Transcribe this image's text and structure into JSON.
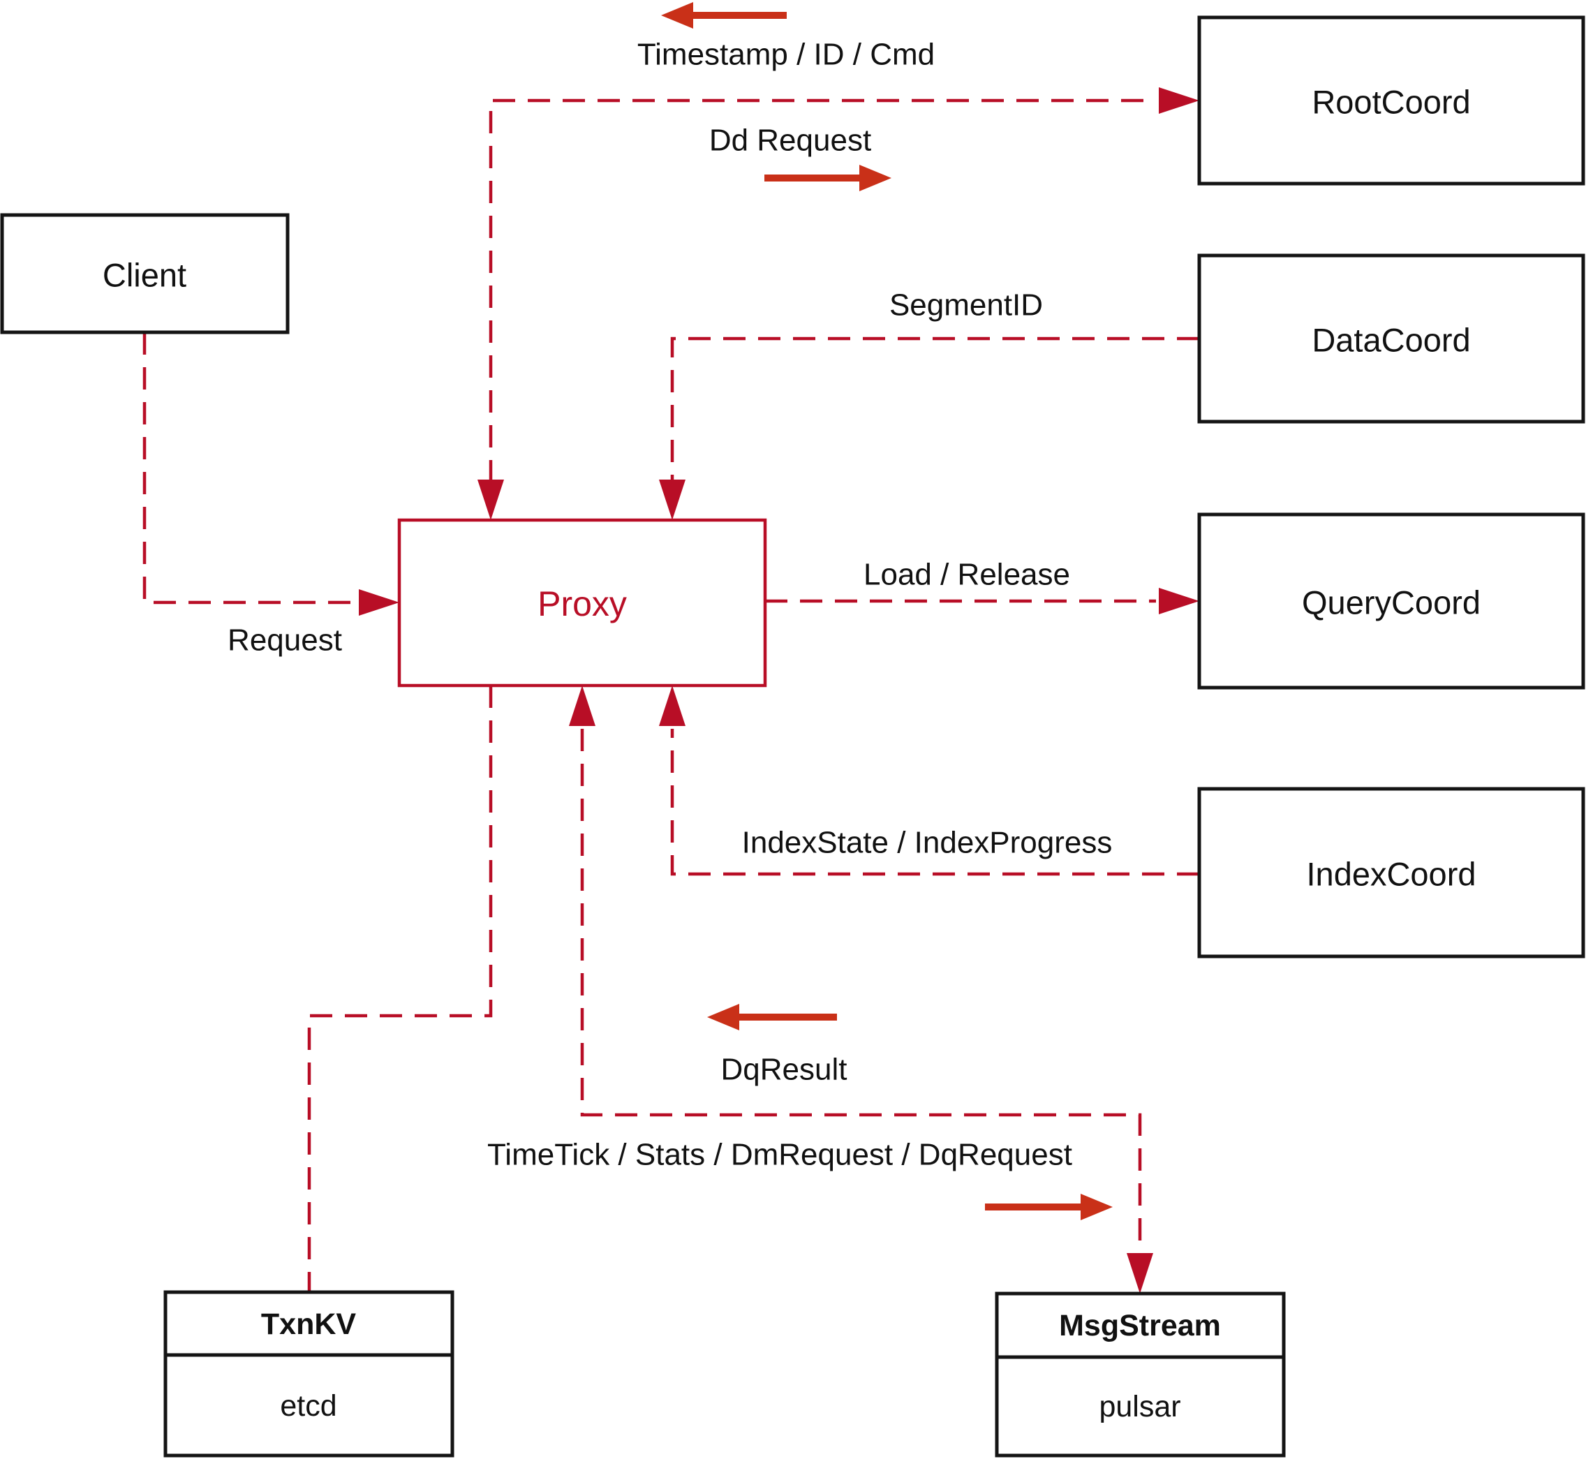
{
  "colors": {
    "crimson": "#b80e26",
    "arrow_red": "#c93018",
    "box_black": "#141414",
    "text_black": "#111111"
  },
  "nodes": {
    "client": {
      "label": "Client"
    },
    "proxy": {
      "label": "Proxy"
    },
    "root_coord": {
      "label": "RootCoord"
    },
    "data_coord": {
      "label": "DataCoord"
    },
    "query_coord": {
      "label": "QueryCoord"
    },
    "index_coord": {
      "label": "IndexCoord"
    },
    "txn_kv": {
      "title": "TxnKV",
      "impl": "etcd"
    },
    "msg_stream": {
      "title": "MsgStream",
      "impl": "pulsar"
    }
  },
  "edge_labels": {
    "timestamp": "Timestamp / ID / Cmd",
    "dd_request": "Dd Request",
    "segment_id": "SegmentID",
    "request": "Request",
    "load_release": "Load / Release",
    "index_state": "IndexState / IndexProgress",
    "dq_result": "DqResult",
    "time_tick": "TimeTick / Stats / DmRequest / DqRequest"
  }
}
